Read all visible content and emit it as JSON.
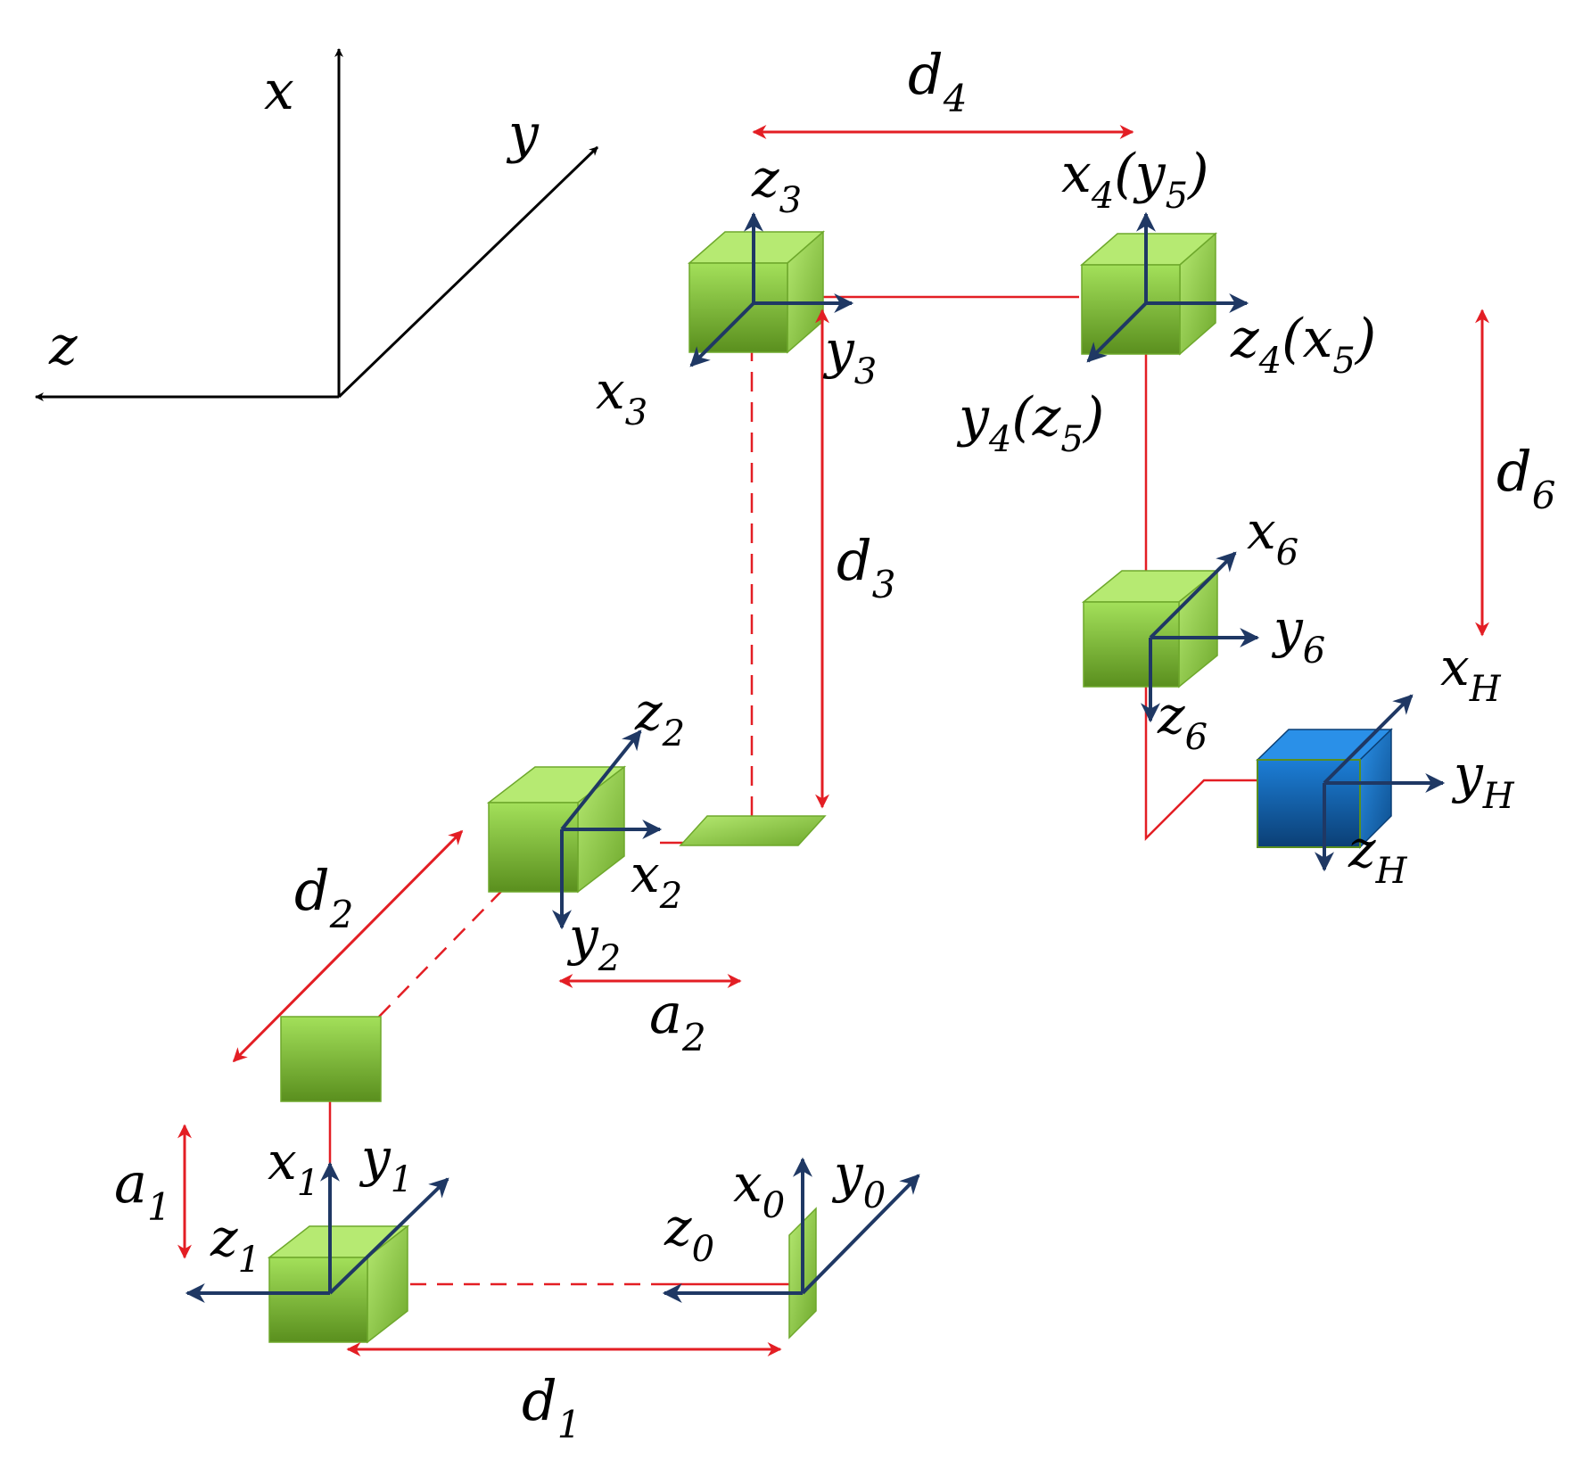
{
  "colors": {
    "world_axis": "#000000",
    "frame_axis": "#1f3864",
    "dimension": "#e31e24",
    "joint_green": "#8cc63f",
    "joint_green_dark": "#5a8f1e",
    "tool_blue": "#1467b8",
    "tool_blue_dark": "#0b3f75"
  },
  "world_axes": {
    "x": "x",
    "y": "y",
    "z": "z"
  },
  "frames": {
    "f0": {
      "x": {
        "base": "x",
        "sub": "0"
      },
      "y": {
        "base": "y",
        "sub": "0"
      },
      "z": {
        "base": "z",
        "sub": "0"
      }
    },
    "f1": {
      "x": {
        "base": "x",
        "sub": "1"
      },
      "y": {
        "base": "y",
        "sub": "1"
      },
      "z": {
        "base": "z",
        "sub": "1"
      }
    },
    "f2": {
      "x": {
        "base": "x",
        "sub": "2"
      },
      "y": {
        "base": "y",
        "sub": "2"
      },
      "z": {
        "base": "z",
        "sub": "2"
      }
    },
    "f3": {
      "x": {
        "base": "x",
        "sub": "3"
      },
      "y": {
        "base": "y",
        "sub": "3"
      },
      "z": {
        "base": "z",
        "sub": "3"
      }
    },
    "f4": {
      "x": {
        "base": "x",
        "sub": "4",
        "alt_base": "y",
        "alt_sub": "5"
      },
      "y": {
        "base": "y",
        "sub": "4",
        "alt_base": "z",
        "alt_sub": "5"
      },
      "z": {
        "base": "z",
        "sub": "4",
        "alt_base": "x",
        "alt_sub": "5"
      }
    },
    "f6": {
      "x": {
        "base": "x",
        "sub": "6"
      },
      "y": {
        "base": "y",
        "sub": "6"
      },
      "z": {
        "base": "z",
        "sub": "6"
      }
    },
    "fH": {
      "x": {
        "base": "x",
        "sub": "H"
      },
      "y": {
        "base": "y",
        "sub": "H"
      },
      "z": {
        "base": "z",
        "sub": "H"
      }
    }
  },
  "dimensions": {
    "d1": {
      "base": "d",
      "sub": "1"
    },
    "d2": {
      "base": "d",
      "sub": "2"
    },
    "d3": {
      "base": "d",
      "sub": "3"
    },
    "d4": {
      "base": "d",
      "sub": "4"
    },
    "d6": {
      "base": "d",
      "sub": "6"
    },
    "a1": {
      "base": "a",
      "sub": "1"
    },
    "a2": {
      "base": "a",
      "sub": "2"
    }
  }
}
